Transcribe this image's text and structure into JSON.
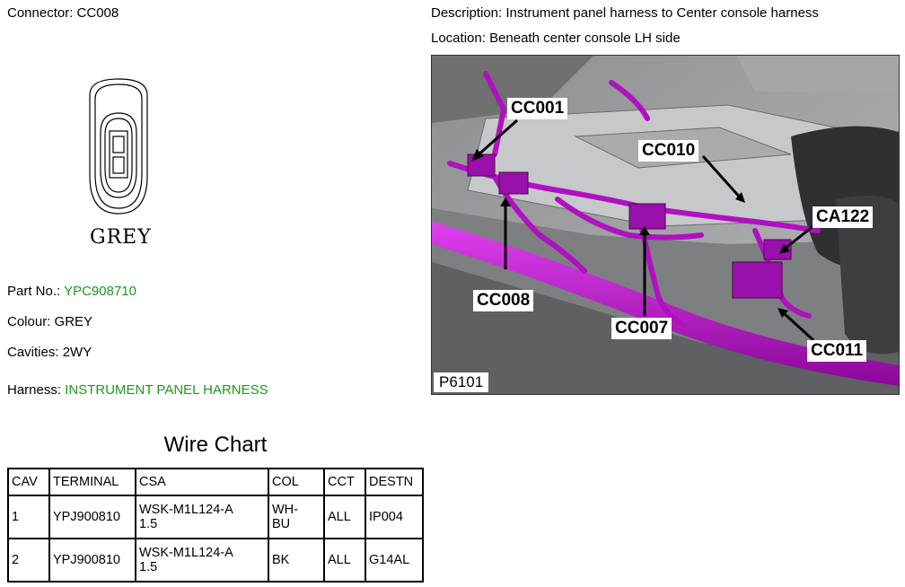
{
  "header": {
    "connector_label": "Connector:",
    "connector_value": "CC008",
    "description_label": "Description:",
    "description_value": "Instrument panel harness to Center console harness",
    "location_label": "Location:",
    "location_value": "Beneath center console LH side"
  },
  "connector": {
    "caption": "GREY"
  },
  "details": {
    "part_no_label": "Part No.:",
    "part_no_value": "YPC908710",
    "colour_label": "Colour:",
    "colour_value": "GREY",
    "cavities_label": "Cavities:",
    "cavities_value": "2WY",
    "harness_label": "Harness:",
    "harness_value": "INSTRUMENT PANEL HARNESS"
  },
  "wire_chart": {
    "title": "Wire Chart",
    "headers": [
      "CAV",
      "TERMINAL",
      "CSA",
      "COL",
      "CCT",
      "DESTN"
    ],
    "rows": [
      {
        "cav": "1",
        "terminal": "YPJ900810",
        "csa_line1": "WSK-M1L124-A",
        "csa_line2": "1.5",
        "col_line1": "WH-",
        "col_line2": "BU",
        "cct": "ALL",
        "destn": "IP004"
      },
      {
        "cav": "2",
        "terminal": "YPJ900810",
        "csa_line1": "WSK-M1L124-A",
        "csa_line2": "1.5",
        "col_line1": "BK",
        "col_line2": "",
        "cct": "ALL",
        "destn": "G14AL"
      }
    ]
  },
  "photo": {
    "callouts": [
      "CC001",
      "CC010",
      "CA122",
      "CC008",
      "CC007",
      "CC011"
    ],
    "picture_number": "P6101"
  },
  "colors": {
    "accent_green": "#1a9a1a",
    "harness_magenta": "#b010c0"
  }
}
